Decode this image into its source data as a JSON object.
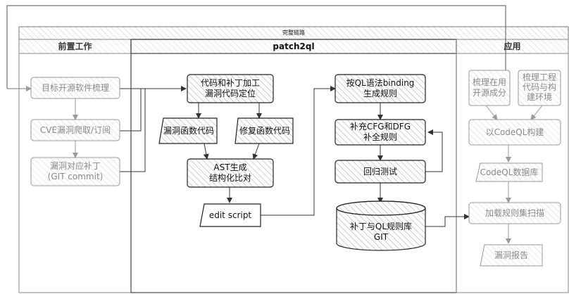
{
  "diagram": {
    "title": "完整链路",
    "lanes": {
      "pre": "前置工作",
      "patch": "patch2ql",
      "app": "应用"
    },
    "nodes": {
      "target_software": "目标开源软件梳理",
      "cve_crawl": "CVE漏洞爬取/订阅",
      "vuln_patch": "漏洞对应补丁\n(GIT commit)",
      "code_patch": "代码和补丁加工\n漏洞代码定位",
      "vuln_func": "漏洞函数代码",
      "fix_func": "修复函数代码",
      "ast": "AST生成\n结构化比对",
      "edit_script": "edit script",
      "ql_binding": "按QL语法binding\n生成规则",
      "cfg_dfg": "补充CFG和DFG\n补全规则",
      "regression": "回归测试",
      "patch_db": "补丁与QL规则库\nGIT",
      "open_source_comp": "梳理在用\n开源成分",
      "build_env": "梳理工程\n代码与构\n建环境",
      "codeql_build": "以CodeQL构建",
      "codeql_db": "CodeQL数据库",
      "load_scan": "加载规则集扫描",
      "vuln_report": "漏洞报告"
    },
    "colors": {
      "stroke": "#222222",
      "faded_stroke": "#9a9a9a",
      "hatch_dark": "#b9b9b9",
      "hatch_light": "#dedede",
      "band": "#cfd8c6"
    }
  }
}
